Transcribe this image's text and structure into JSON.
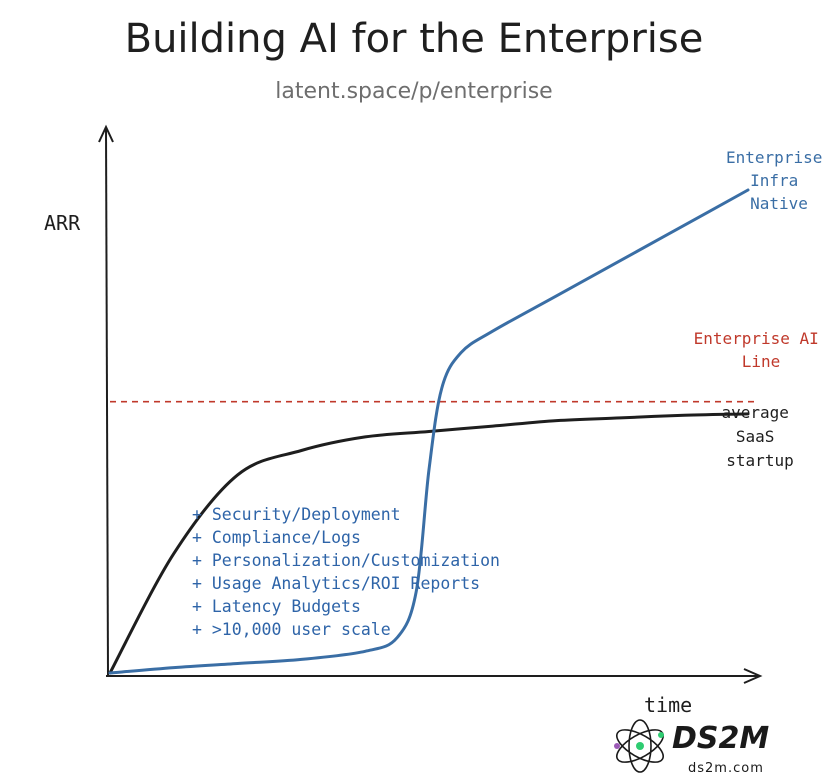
{
  "chart_data": {
    "type": "line",
    "title": "Building AI for the Enterprise",
    "subtitle": "latent.space/p/enterprise",
    "xlabel": "time",
    "ylabel": "ARR",
    "series": [
      {
        "name": "average SaaS startup",
        "label_lines": [
          "average",
          "SaaS",
          "startup"
        ],
        "color": "#1e1e1e",
        "x": [
          0,
          10,
          20,
          30,
          40,
          50,
          60,
          70,
          80,
          90,
          100
        ],
        "y": [
          0,
          44,
          73,
          82,
          87,
          89,
          91,
          93,
          94,
          95,
          95.5
        ]
      },
      {
        "name": "Enterprise Infra Native",
        "label_lines": [
          "Enterprise",
          "Infra",
          "Native"
        ],
        "color": "#3a6ea5",
        "x": [
          0,
          10,
          20,
          30,
          40,
          45,
          48,
          50,
          52,
          55,
          60,
          70,
          80,
          90,
          100
        ],
        "y": [
          0,
          2,
          3.5,
          5,
          8,
          13,
          30,
          75,
          105,
          118,
          126,
          139,
          152,
          165,
          178
        ]
      }
    ],
    "reference_lines": [
      {
        "name": "Enterprise AI Line",
        "label_lines": [
          "Enterprise AI",
          "Line"
        ],
        "y": 100,
        "color": "#c0392b",
        "style": "dashed"
      }
    ],
    "annotations": [
      "+ Security/Deployment",
      "+ Compliance/Logs",
      "+ Personalization/Customization",
      "+ Usage Analytics/ROI Reports",
      "+ Latency Budgets",
      "+ >10,000 user scale"
    ],
    "grid": false,
    "legend": "none"
  },
  "watermark": {
    "brand": "DS2M",
    "domain": "ds2m.com"
  },
  "colors": {
    "black_line": "#1e1e1e",
    "blue_line": "#3a6ea5",
    "red_line": "#c0392b",
    "annotation_text": "#2e64a8"
  }
}
